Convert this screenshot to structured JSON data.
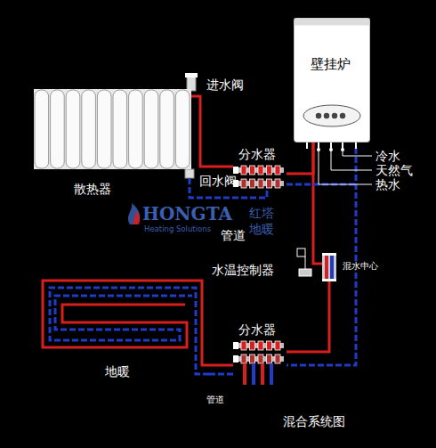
{
  "diagram": {
    "nodes": [
      {
        "text": [
          "散热器"
        ]
      },
      {
        "text": [
          "壁挂炉"
        ]
      },
      {
        "text": [
          "分水器"
        ]
      },
      {
        "text": [
          "混水中心"
        ]
      },
      {
        "text": [
          "分水器"
        ]
      },
      {
        "text": [
          "地暖"
        ]
      }
    ],
    "edges": [
      {
        "from": 1,
        "to": 2,
        "arrow": "none"
      },
      {
        "from": 2,
        "to": 0,
        "arrow": "none"
      },
      {
        "from": 1,
        "to": 3,
        "arrow": "none"
      },
      {
        "from": 3,
        "to": 4,
        "arrow": "none"
      },
      {
        "from": 4,
        "to": 5,
        "arrow": "none"
      }
    ],
    "labels": [
      "进水阀",
      "回水阀",
      "冷水",
      "天然气",
      "热水",
      "HONGTA",
      "红塔",
      "Heating Solutions",
      "地暖",
      "管道",
      "水温控制器",
      "管道",
      "混合系统图"
    ]
  }
}
